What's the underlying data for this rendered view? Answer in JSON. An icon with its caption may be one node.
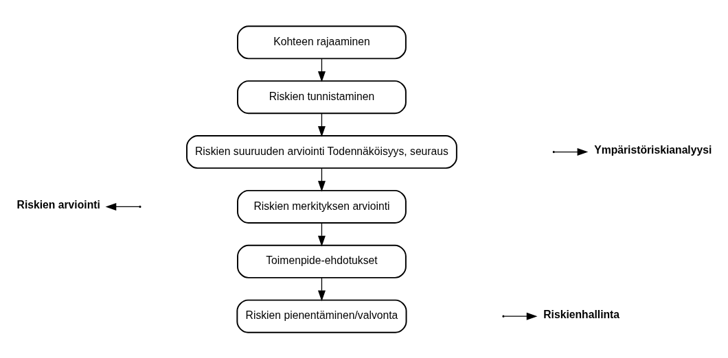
{
  "diagram": {
    "nodes": [
      {
        "text": [
          "Kohteen rajaaminen"
        ]
      },
      {
        "text": [
          "Riskien tunnistaminen"
        ]
      },
      {
        "text": [
          "Riskien suuruuden arviointi Todennäköisyys, seuraus"
        ]
      },
      {
        "text": [
          "Riskien merkityksen arviointi"
        ]
      },
      {
        "text": [
          "Toimenpide-ehdotukset"
        ]
      },
      {
        "text": [
          "Riskien pienentäminen/valvonta"
        ]
      },
      {
        "text": [
          "Riskien arviointi"
        ]
      },
      {
        "text": [
          "Ympäristöriskianalyysi"
        ]
      },
      {
        "text": [
          "Riskienhallinta"
        ]
      }
    ],
    "edges": [
      {
        "from": 0,
        "to": 1,
        "arrow": "to"
      },
      {
        "from": 1,
        "to": 2,
        "arrow": "to"
      },
      {
        "from": 2,
        "to": 3,
        "arrow": "to"
      },
      {
        "from": 3,
        "to": 4,
        "arrow": "to"
      },
      {
        "from": 4,
        "to": 5,
        "arrow": "to"
      },
      {
        "from": null,
        "to": 6,
        "arrow": "to"
      },
      {
        "from": null,
        "to": 7,
        "arrow": "to"
      },
      {
        "from": null,
        "to": 8,
        "arrow": "to"
      }
    ]
  }
}
